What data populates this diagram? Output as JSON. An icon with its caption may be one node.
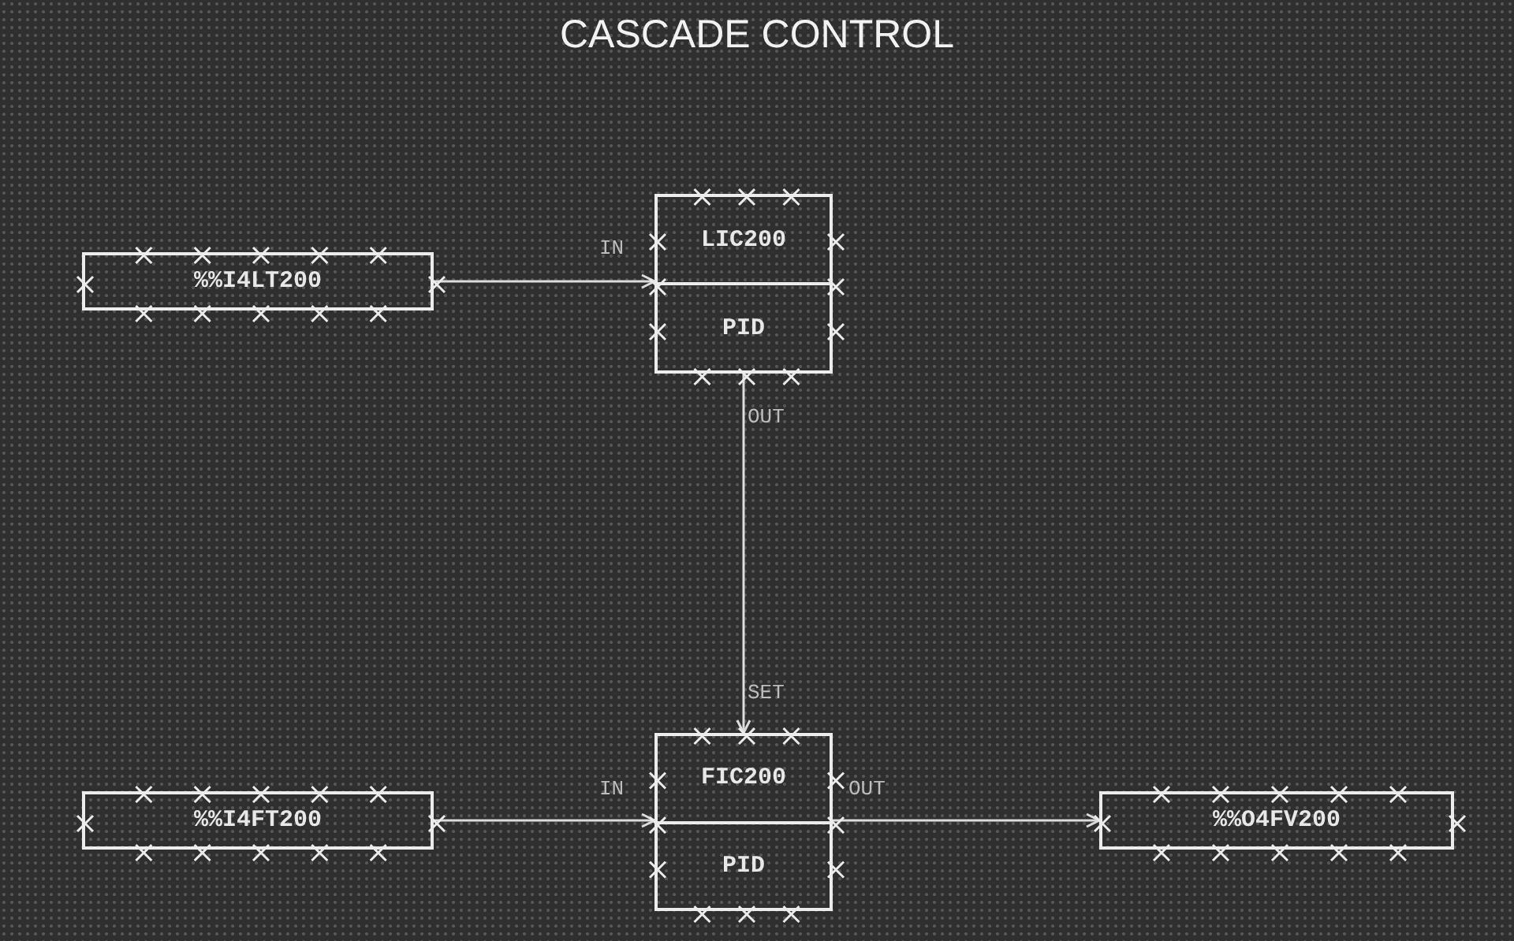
{
  "diagram": {
    "title": "CASCADE CONTROL",
    "nodes": [
      {
        "text": [
          "%%I4LT200"
        ]
      },
      {
        "text": [
          "LIC200",
          "PID"
        ]
      },
      {
        "text": [
          "%%I4FT200"
        ]
      },
      {
        "text": [
          "FIC200",
          "PID"
        ]
      },
      {
        "text": [
          "%%O4FV200"
        ]
      }
    ],
    "edges": [
      {
        "from": 0,
        "to": 1,
        "arrow": "to"
      },
      {
        "from": 1,
        "to": 3,
        "arrow": "to"
      },
      {
        "from": 2,
        "to": 3,
        "arrow": "to"
      },
      {
        "from": 3,
        "to": 4,
        "arrow": "to"
      }
    ],
    "labels": [
      "IN",
      "OUT",
      "SET",
      "IN",
      "OUT"
    ]
  }
}
